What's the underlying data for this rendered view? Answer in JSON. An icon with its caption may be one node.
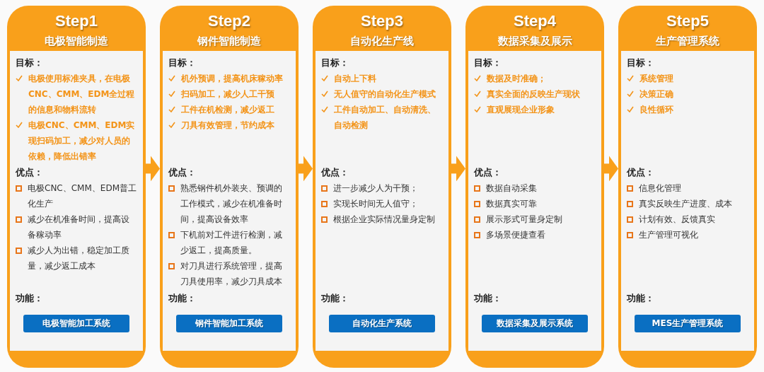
{
  "diagram": {
    "nodes": [
      {
        "text": [
          "Step1",
          "电极智能制造",
          "目标：",
          "电极使用标准夹具，在电极CNC、CMM、EDM全过程的信息和物料流转",
          "电极CNC、CMM、EDM实现扫码加工，减少对人员的依赖，降低出错率",
          "优点：",
          "电极CNC、CMM、EDM普工化生产",
          "减少在机准备时间，提高设备稼动率",
          "减少人为出错，稳定加工质量，减少返工成本",
          "功能："
        ]
      },
      {
        "text": [
          "电极智能加工系统"
        ],
        "in": 0
      },
      {
        "text": [
          "Step2",
          "钢件智能制造",
          "目标：",
          "机外预调，提高机床稼动率",
          "扫码加工，减少人工干预",
          "工件在机检测，减少返工",
          "刀具有效管理，节约成本",
          "优点：",
          "熟悉钢件机外装夹、预调的工作模式，减少在机准备时间，提高设备效率",
          "下机前对工件进行检测，减少返工，提高质量。",
          "对刀具进行系统管理，提高刀具使用率，减少刀具成本",
          "功能："
        ]
      },
      {
        "text": [
          "钢件智能加工系统"
        ],
        "in": 2
      },
      {
        "text": [
          "Step3",
          "自动化生产线",
          "目标：",
          "自动上下料",
          "无人值守的自动化生产模式",
          "工件自动加工、自动清洗、自动检测",
          "优点：",
          "进一步减少人为干预；",
          "实现长时间无人值守；",
          "根据企业实际情况量身定制",
          "功能："
        ]
      },
      {
        "text": [
          "自动化生产系统"
        ],
        "in": 4
      },
      {
        "text": [
          "Step4",
          "数据采集及展示",
          "目标：",
          "数据及时准确；",
          "真实全面的反映生产现状",
          "直观展现企业形象",
          "优点：",
          "数据自动采集",
          "数据真实可靠",
          "展示形式可量身定制",
          "多场景便捷查看",
          "功能："
        ]
      },
      {
        "text": [
          "数据采集及展示系统"
        ],
        "in": 6
      },
      {
        "text": [
          "Step5",
          "生产管理系统",
          "目标：",
          "系统管理",
          "决策正确",
          "良性循环",
          "优点：",
          "信息化管理",
          "真实反映生产进度、成本",
          "计划有效、反馈真实",
          "生产管理可视化",
          "功能："
        ]
      },
      {
        "text": [
          "MES生产管理系统"
        ],
        "in": 8
      }
    ],
    "edges": [
      {
        "from": 0,
        "to": 2,
        "arrow": "to"
      },
      {
        "from": 2,
        "to": 4,
        "arrow": "to"
      },
      {
        "from": 4,
        "to": 6,
        "arrow": "to"
      },
      {
        "from": 6,
        "to": 8,
        "arrow": "to"
      }
    ]
  }
}
